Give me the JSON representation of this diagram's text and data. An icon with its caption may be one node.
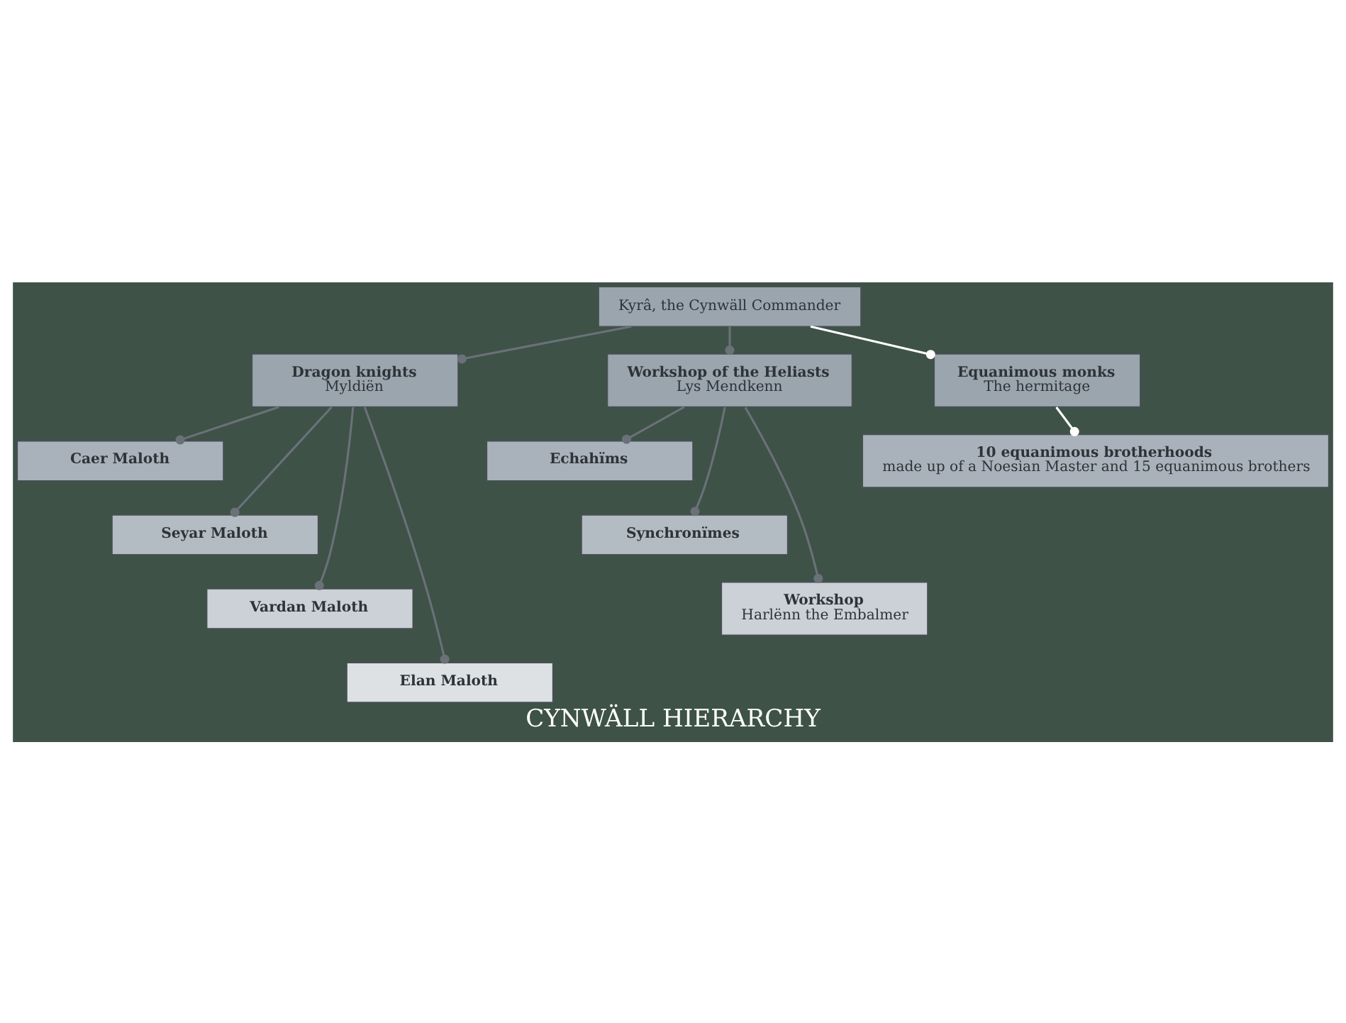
{
  "diagram": {
    "title": "CYNWÄLL HIERARCHY",
    "nodes": [
      {
        "text": [
          "Kyrâ, the Cynwäll Commander"
        ]
      },
      {
        "text": [
          "Dragon knights",
          "Myldiën"
        ]
      },
      {
        "text": [
          "Workshop of the Heliasts",
          "Lys Mendkenn"
        ]
      },
      {
        "text": [
          "Equanimous monks",
          "The hermitage"
        ]
      },
      {
        "text": [
          "Caer Maloth"
        ]
      },
      {
        "text": [
          "Seyar Maloth"
        ]
      },
      {
        "text": [
          "Vardan Maloth"
        ]
      },
      {
        "text": [
          "Elan Maloth"
        ]
      },
      {
        "text": [
          "Echahïms"
        ]
      },
      {
        "text": [
          "Synchronïmes"
        ]
      },
      {
        "text": [
          "Workshop",
          "Harlënn the Embalmer"
        ]
      },
      {
        "text": [
          "10 equanimous brotherhoods",
          "made up of a Noesian Master and 15 equanimous brothers"
        ]
      }
    ],
    "edges": [
      {
        "from": 0,
        "to": 1,
        "arrow": "other"
      },
      {
        "from": 0,
        "to": 2,
        "arrow": "other"
      },
      {
        "from": 0,
        "to": 3,
        "arrow": "other",
        "color": "#ffffff"
      },
      {
        "from": 1,
        "to": 4,
        "arrow": "other"
      },
      {
        "from": 1,
        "to": 5,
        "arrow": "other"
      },
      {
        "from": 1,
        "to": 6,
        "arrow": "other"
      },
      {
        "from": 1,
        "to": 7,
        "arrow": "other"
      },
      {
        "from": 2,
        "to": 8,
        "arrow": "other"
      },
      {
        "from": 2,
        "to": 9,
        "arrow": "other"
      },
      {
        "from": 2,
        "to": 10,
        "arrow": "other"
      },
      {
        "from": 3,
        "to": 11,
        "arrow": "other",
        "color": "#ffffff"
      }
    ]
  }
}
